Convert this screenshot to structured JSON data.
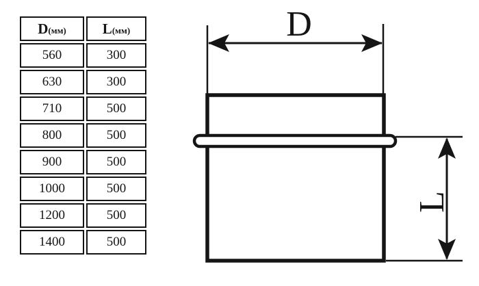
{
  "table": {
    "headers": [
      {
        "main": "D",
        "unit": "(мм)"
      },
      {
        "main": "L",
        "unit": "(мм)"
      }
    ],
    "rows": [
      [
        "560",
        "300"
      ],
      [
        "630",
        "300"
      ],
      [
        "710",
        "500"
      ],
      [
        "800",
        "500"
      ],
      [
        "900",
        "500"
      ],
      [
        "1000",
        "500"
      ],
      [
        "1200",
        "500"
      ],
      [
        "1400",
        "500"
      ]
    ]
  },
  "diagram": {
    "d_label": "D",
    "l_label": "L"
  },
  "colors": {
    "ink": "#151515",
    "background": "#ffffff"
  }
}
